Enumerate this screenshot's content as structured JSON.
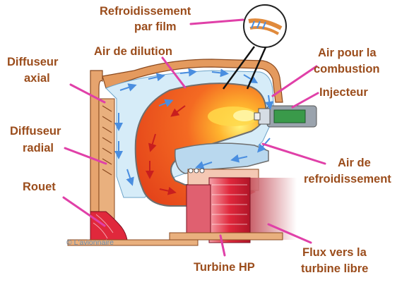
{
  "labels": {
    "film_cooling_1": "Refroidissement",
    "film_cooling_2": "par film",
    "dilution_air": "Air de dilution",
    "combustion_air_1": "Air pour la",
    "combustion_air_2": "combustion",
    "injector": "Injecteur",
    "axial_diffuser_1": "Diffuseur",
    "axial_diffuser_2": "axial",
    "radial_diffuser_1": "Diffuseur",
    "radial_diffuser_2": "radial",
    "cooling_air_1": "Air de",
    "cooling_air_2": "refroidissement",
    "impeller": "Rouet",
    "hp_turbine": "Turbine HP",
    "free_turbine_flow_1": "Flux vers la",
    "free_turbine_flow_2": "turbine libre"
  },
  "copyright": "© L'avionnaire",
  "colors": {
    "label": "#9b4d1c",
    "leader": "#e040a8",
    "casing": "#d9884a",
    "air": "#cfe7f7",
    "flame": "#f0501e",
    "rotor": "#e0283c",
    "copyright": "#6a8fb4"
  }
}
